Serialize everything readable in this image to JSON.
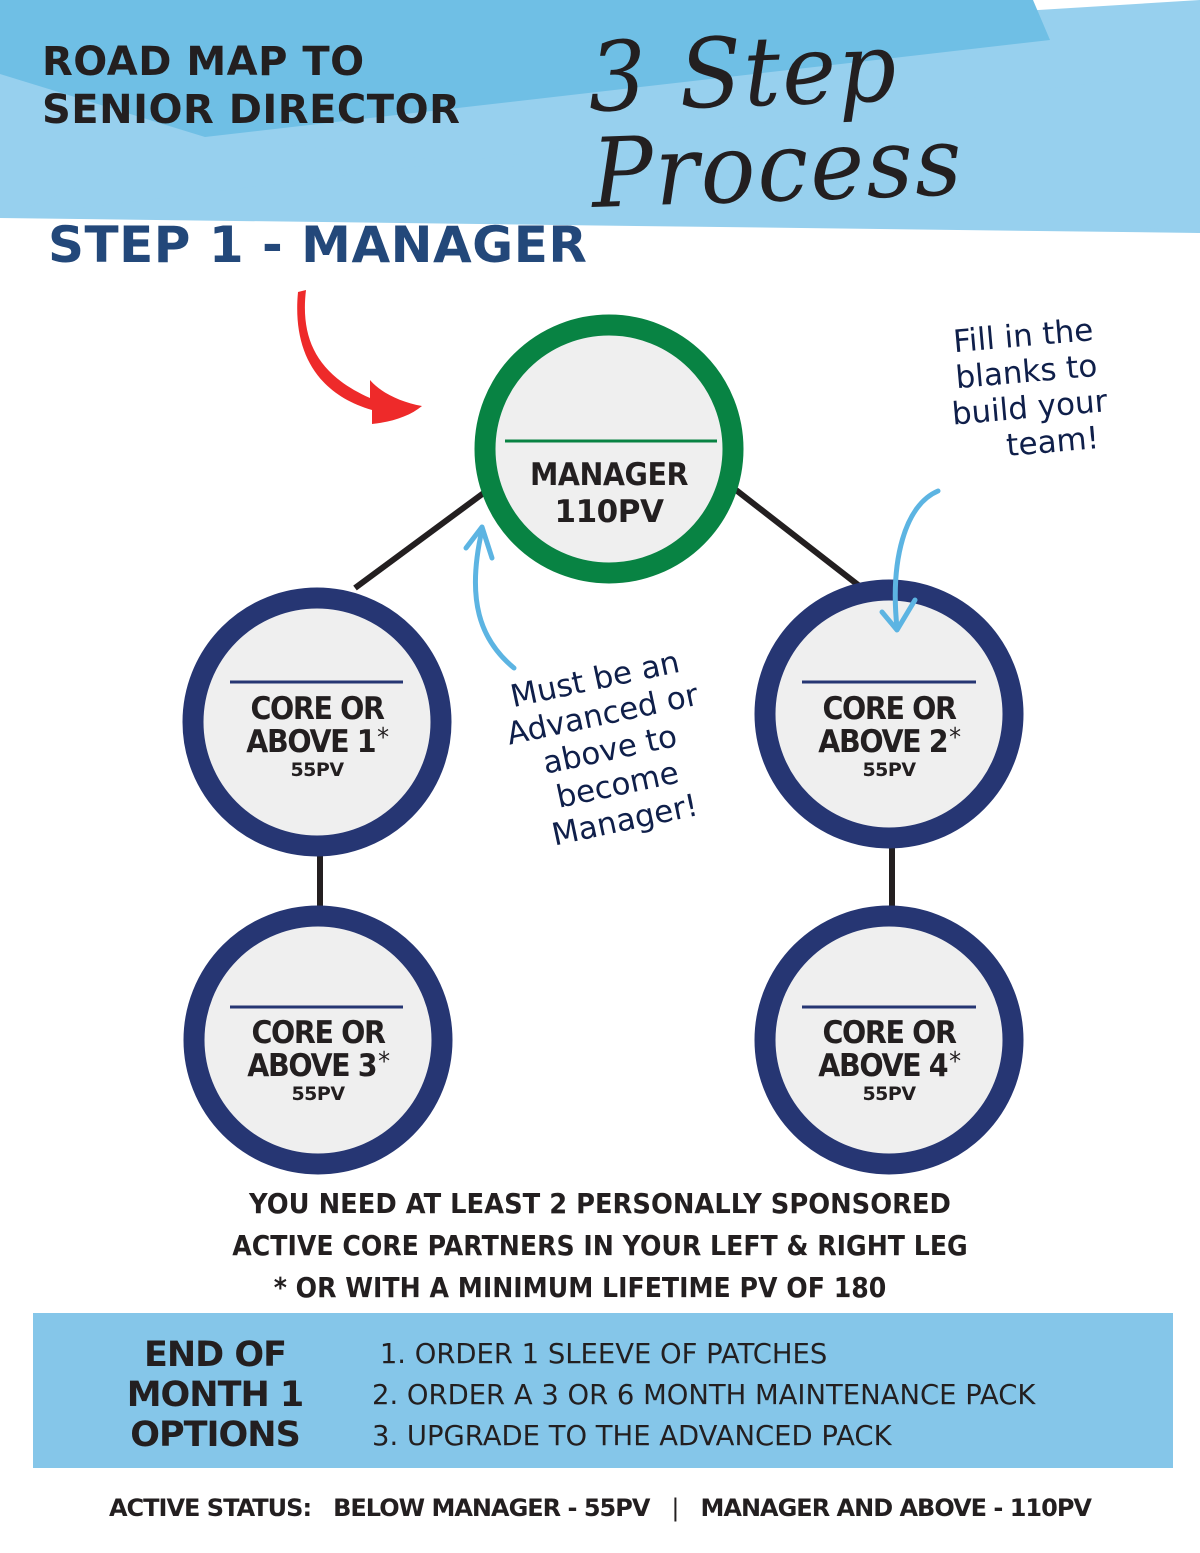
{
  "header": {
    "title_line1": "ROAD MAP TO",
    "title_line2": "SENIOR DIRECTOR",
    "script_title": "3 Step Process"
  },
  "step_heading": "STEP 1 - MANAGER",
  "colors": {
    "header_dark_blue": "#6fbfe5",
    "header_light_blue": "#97d0ee",
    "step_heading": "#23487a",
    "manager_ring": "#088343",
    "core_ring": "#263673",
    "node_fill": "#efefef",
    "red_arrow": "#ee2a2a",
    "callout_arrow": "#5cb4e2",
    "options_box": "#85c6e9",
    "connector": "#231f20"
  },
  "nodes": {
    "manager": {
      "line1": "MANAGER",
      "pv": "110PV"
    },
    "core1": {
      "line1": "CORE OR",
      "line2": "ABOVE 1",
      "asterisk": "*",
      "pv": "55PV"
    },
    "core2": {
      "line1": "CORE OR",
      "line2": "ABOVE 2",
      "asterisk": "*",
      "pv": "55PV"
    },
    "core3": {
      "line1": "CORE OR",
      "line2": "ABOVE 3",
      "asterisk": "*",
      "pv": "55PV"
    },
    "core4": {
      "line1": "CORE OR",
      "line2": "ABOVE 4",
      "asterisk": "*",
      "pv": "55PV"
    }
  },
  "notes": {
    "right": [
      "Fill in the",
      "blanks to",
      "build your",
      "team!"
    ],
    "middle": [
      "Must be an",
      "Advanced or",
      "above to",
      "become",
      "Manager!"
    ]
  },
  "requirements": {
    "line1": "YOU NEED AT LEAST 2 PERSONALLY SPONSORED",
    "line2": "ACTIVE CORE PARTNERS IN YOUR LEFT & RIGHT LEG",
    "line3": "*  OR WITH A MINIMUM LIFETIME PV OF 180"
  },
  "options": {
    "title": [
      "END OF",
      "MONTH 1",
      "OPTIONS"
    ],
    "items": [
      "1.  ORDER 1 SLEEVE OF PATCHES",
      "2.  ORDER A 3 OR 6 MONTH MAINTENANCE PACK",
      "3.  UPGRADE TO THE ADVANCED PACK"
    ]
  },
  "footer": {
    "left": "ACTIVE STATUS:   BELOW MANAGER - 55PV",
    "separator": "|",
    "right": "MANAGER AND ABOVE - 110PV"
  }
}
